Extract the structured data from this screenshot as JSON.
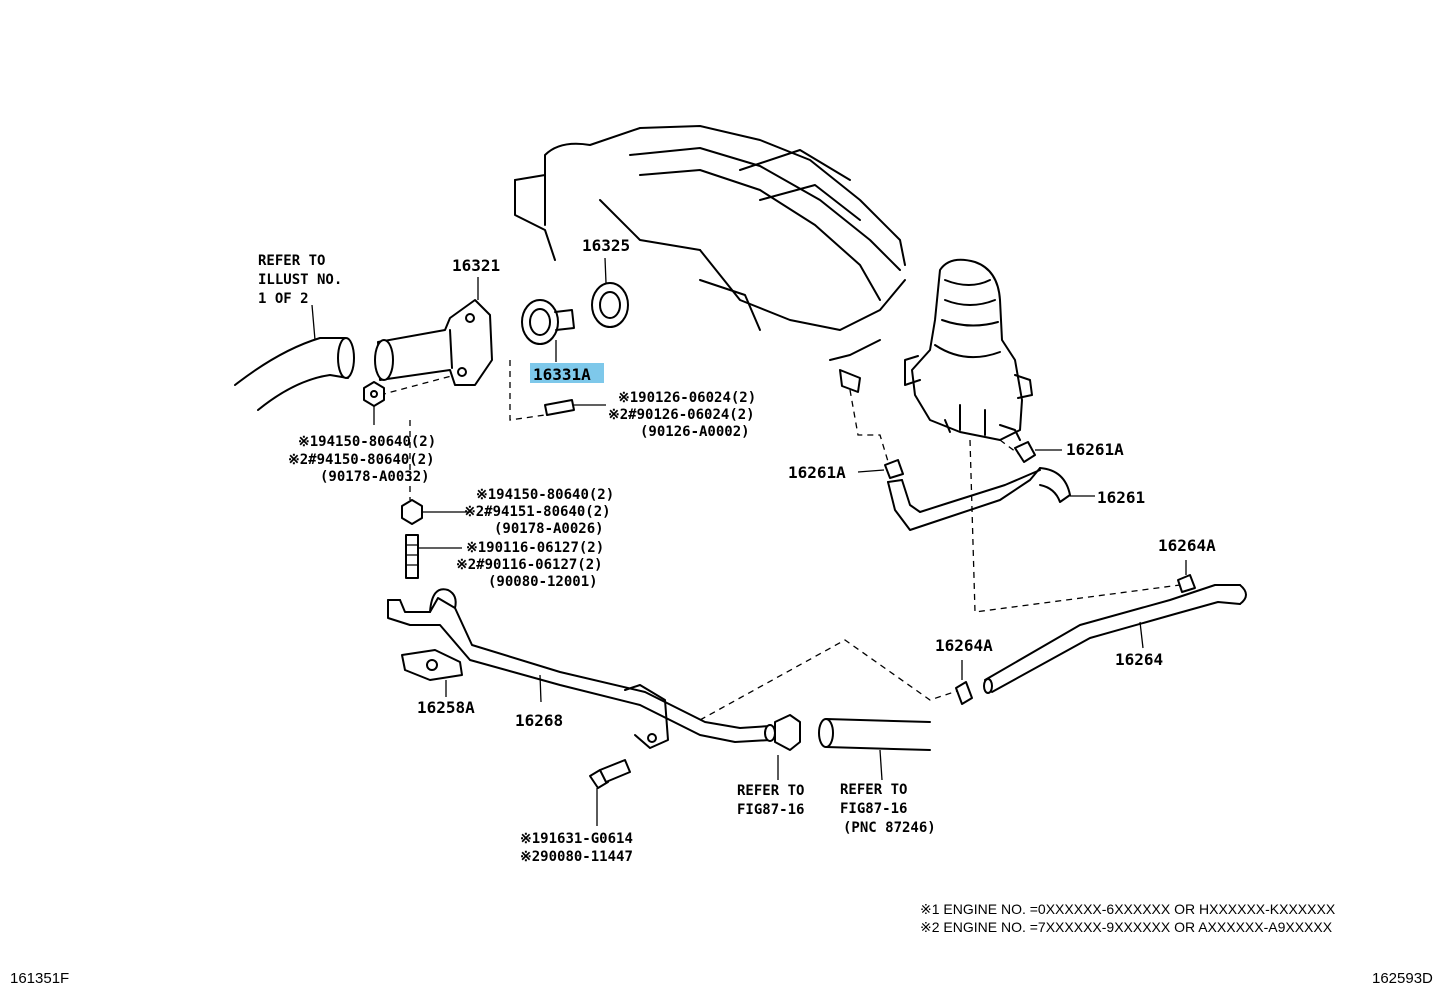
{
  "refer_top_left": [
    "REFER TO",
    "ILLUST NO.",
    "1 OF 2"
  ],
  "parts": {
    "p16321": "16321",
    "p16325": "16325",
    "p16331A": "16331A",
    "p16261A_right": "16261A",
    "p16261A_left": "16261A",
    "p16261": "16261",
    "p16264A_top": "16264A",
    "p16264A_mid": "16264A",
    "p16264": "16264",
    "p16258A": "16258A",
    "p16268": "16268"
  },
  "stud_group": [
    "※190126-06024(2)",
    "※2#90126-06024(2)",
    "(90126-A0002)"
  ],
  "nut_group_upper": [
    "※194150-80640(2)",
    "※2#94150-80640(2)",
    "(90178-A0032)"
  ],
  "nut_group_lower": [
    "※194150-80640(2)",
    "※2#94151-80640(2)",
    "(90178-A0026)"
  ],
  "stud_group_lower": [
    "※190116-06127(2)",
    "※2#90116-06127(2)",
    "(90080-12001)"
  ],
  "bolt_group": [
    "※191631-G0614",
    "※290080-11447"
  ],
  "refer_bottom_1": [
    "REFER TO",
    "FIG87-16"
  ],
  "refer_bottom_2": [
    "REFER TO",
    "FIG87-16",
    "(PNC 87246)"
  ],
  "engine_notes": [
    "※1 ENGINE NO. =0XXXXXX-6XXXXXX OR HXXXXXX-KXXXXXX",
    "※2 ENGINE NO. =7XXXXXX-9XXXXXX OR AXXXXXX-A9XXXXX"
  ],
  "corner_left": "161351F",
  "corner_right": "162593D",
  "highlight_color": "#7ec8ea"
}
